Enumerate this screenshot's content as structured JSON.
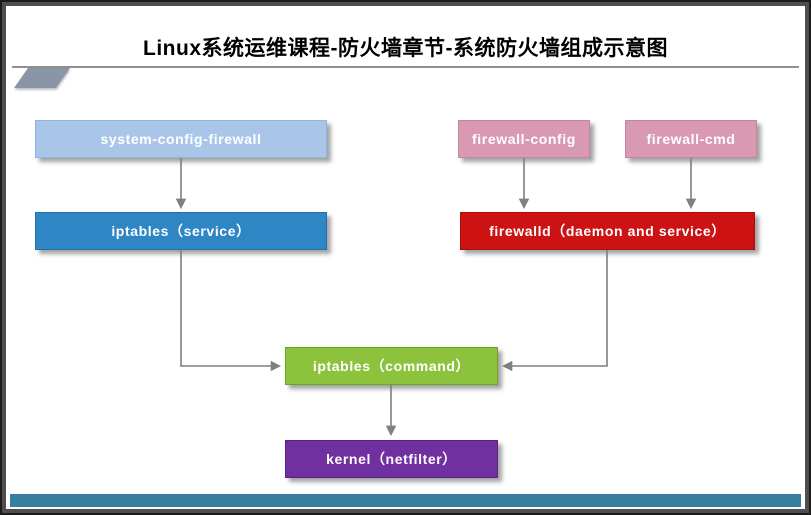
{
  "slide": {
    "title": "Linux系统运维课程-防火墙章节-系统防火墙组成示意图"
  },
  "nodes": [
    {
      "id": "system-config-firewall",
      "label": "system-config-firewall",
      "color": "#a9c6e8"
    },
    {
      "id": "firewall-config",
      "label": "firewall-config",
      "color": "#d999b3"
    },
    {
      "id": "firewall-cmd",
      "label": "firewall-cmd",
      "color": "#d999b3"
    },
    {
      "id": "iptables-service",
      "label": "iptables（service）",
      "color": "#2e86c5"
    },
    {
      "id": "firewalld",
      "label": "firewalld（daemon and service）",
      "color": "#cc1212"
    },
    {
      "id": "iptables-command",
      "label": "iptables（command）",
      "color": "#8cc23c"
    },
    {
      "id": "kernel-netfilter",
      "label": "kernel（netfilter）",
      "color": "#7030a0"
    }
  ],
  "edges": [
    {
      "from": "system-config-firewall",
      "to": "iptables-service"
    },
    {
      "from": "firewall-config",
      "to": "firewalld"
    },
    {
      "from": "firewall-cmd",
      "to": "firewalld"
    },
    {
      "from": "iptables-service",
      "to": "iptables-command"
    },
    {
      "from": "firewalld",
      "to": "iptables-command"
    },
    {
      "from": "iptables-command",
      "to": "kernel-netfilter"
    }
  ],
  "colors": {
    "arrow": "#7f7f7f",
    "footer_bar": "#37809b",
    "title_accent": "#8a96a8",
    "title_text": "#000000",
    "frame": "#4e4e4e"
  }
}
